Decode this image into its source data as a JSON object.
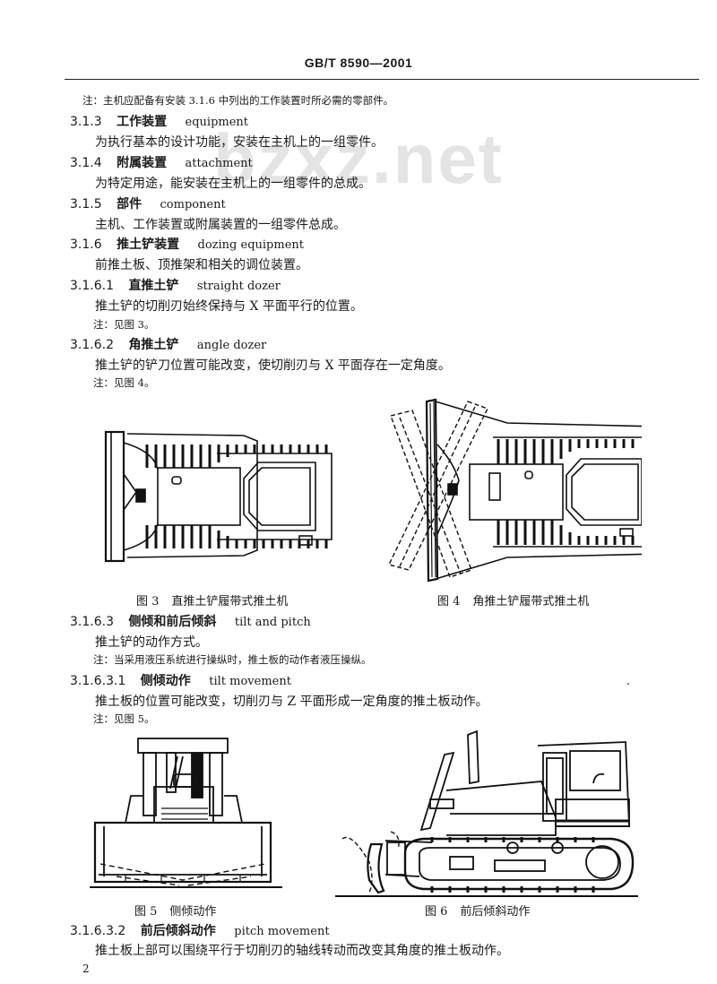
{
  "header": {
    "standard_code": "GB/T 8590—2001"
  },
  "watermark": "bzxz.net",
  "content": {
    "note_top": "注：主机应配备有安装 3.1.6 中列出的工作装置时所必需的零部件。",
    "sections": [
      {
        "number": "3.1.3",
        "term_zh": "工作装置",
        "term_en": "equipment",
        "definition": "为执行基本的设计功能，安装在主机上的一组零件。"
      },
      {
        "number": "3.1.4",
        "term_zh": "附属装置",
        "term_en": "attachment",
        "definition": "为特定用途，能安装在主机上的一组零件的总成。"
      },
      {
        "number": "3.1.5",
        "term_zh": "部件",
        "term_en": "component",
        "definition": "主机、工作装置或附属装置的一组零件总成。"
      },
      {
        "number": "3.1.6",
        "term_zh": "推土铲装置",
        "term_en": "dozing equipment",
        "definition": "前推土板、顶推架和相关的调位装置。"
      },
      {
        "number": "3.1.6.1",
        "term_zh": "直推土铲",
        "term_en": "straight dozer",
        "definition": "推土铲的切削刃始终保持与 X 平面平行的位置。",
        "note": "注：见图 3。"
      },
      {
        "number": "3.1.6.2",
        "term_zh": "角推土铲",
        "term_en": "angle dozer",
        "definition": "推土铲的铲刀位置可能改变，使切削刃与 X 平面存在一定角度。",
        "note": "注：见图 4。"
      },
      {
        "number": "3.1.6.3",
        "term_zh": "侧倾和前后倾斜",
        "term_en": "tilt and pitch",
        "definition": "推土铲的动作方式。",
        "note": "注：当采用液压系统进行操纵时，推土板的动作者液压操纵。"
      },
      {
        "number": "3.1.6.3.1",
        "term_zh": "侧倾动作",
        "term_en": "tilt movement",
        "definition": "推土板的位置可能改变，切削刃与 Z 平面形成一定角度的推土板动作。",
        "note": "注：见图 5。"
      },
      {
        "number": "3.1.6.3.2",
        "term_zh": "前后倾斜动作",
        "term_en": "pitch movement",
        "definition": "推土板上部可以围绕平行于切削刃的轴线转动而改变其角度的推土板动作。"
      }
    ]
  },
  "figures": [
    {
      "id": "fig3",
      "number": "图 3",
      "caption": "直推土铲履带式推土机",
      "view": "top view, straight blade"
    },
    {
      "id": "fig4",
      "number": "图 4",
      "caption": "角推土铲履带式推土机",
      "view": "top view, angled blade positions (dashed)"
    },
    {
      "id": "fig5",
      "number": "图 5",
      "caption": "侧倾动作",
      "view": "front view, blade tilt"
    },
    {
      "id": "fig6",
      "number": "图 6",
      "caption": "前后倾斜动作",
      "view": "side view, blade pitch"
    }
  ],
  "footer": {
    "page_number": "2"
  }
}
